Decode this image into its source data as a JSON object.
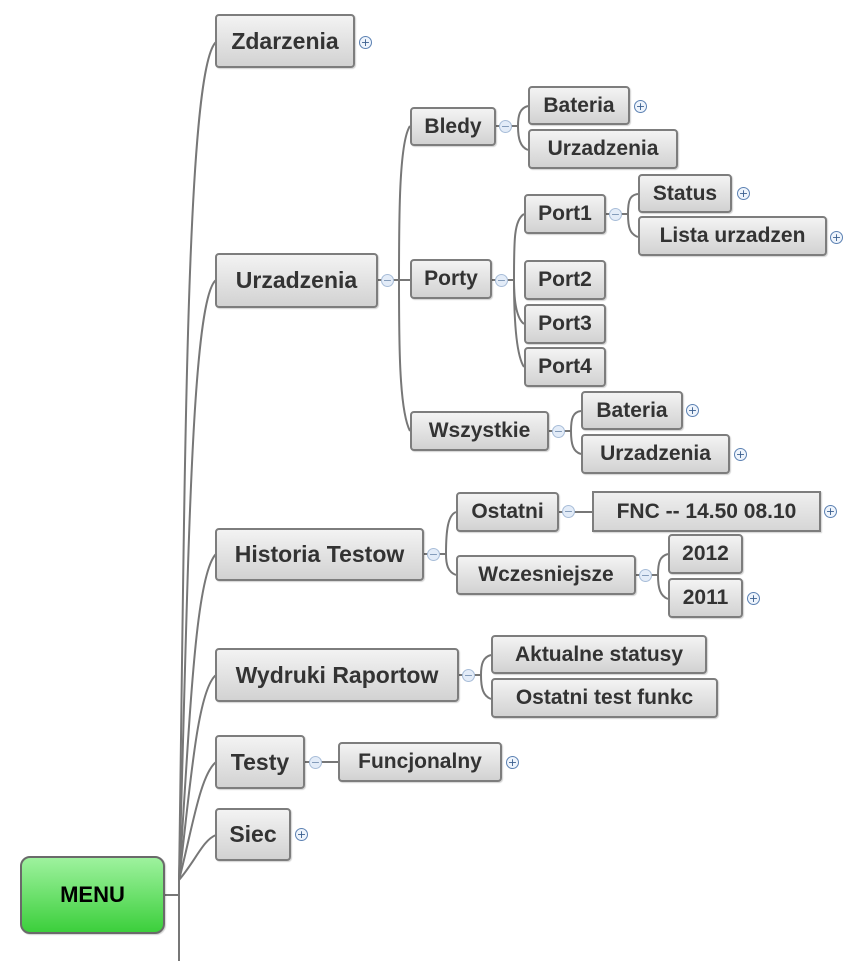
{
  "mindmap": {
    "root": "MENU",
    "branches": [
      {
        "label": "Zdarzenia",
        "collapsed": true
      },
      {
        "label": "Urzadzenia",
        "children": [
          {
            "label": "Bledy",
            "children": [
              {
                "label": "Bateria",
                "collapsed": true
              },
              {
                "label": "Urzadzenia"
              }
            ]
          },
          {
            "label": "Porty",
            "children": [
              {
                "label": "Port1",
                "children": [
                  {
                    "label": "Status",
                    "collapsed": true
                  },
                  {
                    "label": "Lista urzadzen",
                    "collapsed": true
                  }
                ]
              },
              {
                "label": "Port2"
              },
              {
                "label": "Port3"
              },
              {
                "label": "Port4"
              }
            ]
          },
          {
            "label": "Wszystkie",
            "children": [
              {
                "label": "Bateria",
                "collapsed": true
              },
              {
                "label": "Urzadzenia",
                "collapsed": true
              }
            ]
          }
        ]
      },
      {
        "label": "Historia Testow",
        "children": [
          {
            "label": "Ostatni",
            "children": [
              {
                "label": "FNC -- 14.50 08.10",
                "collapsed": true
              }
            ]
          },
          {
            "label": "Wczesniejsze",
            "children": [
              {
                "label": "2012"
              },
              {
                "label": "2011",
                "collapsed": true
              }
            ]
          }
        ]
      },
      {
        "label": "Wydruki Raportow",
        "children": [
          {
            "label": "Aktualne statusy"
          },
          {
            "label": "Ostatni test funkc"
          }
        ]
      },
      {
        "label": "Testy",
        "children": [
          {
            "label": "Funcjonalny",
            "collapsed": true
          }
        ]
      },
      {
        "label": "Siec",
        "collapsed": true
      }
    ]
  },
  "toggles": {
    "expand_symbol": "+",
    "collapse_symbol": "−"
  },
  "colors": {
    "root_fill": "#5fdc5f",
    "node_fill": "#dcdcdc",
    "node_border": "#7d7d7d",
    "connector": "#777777"
  }
}
